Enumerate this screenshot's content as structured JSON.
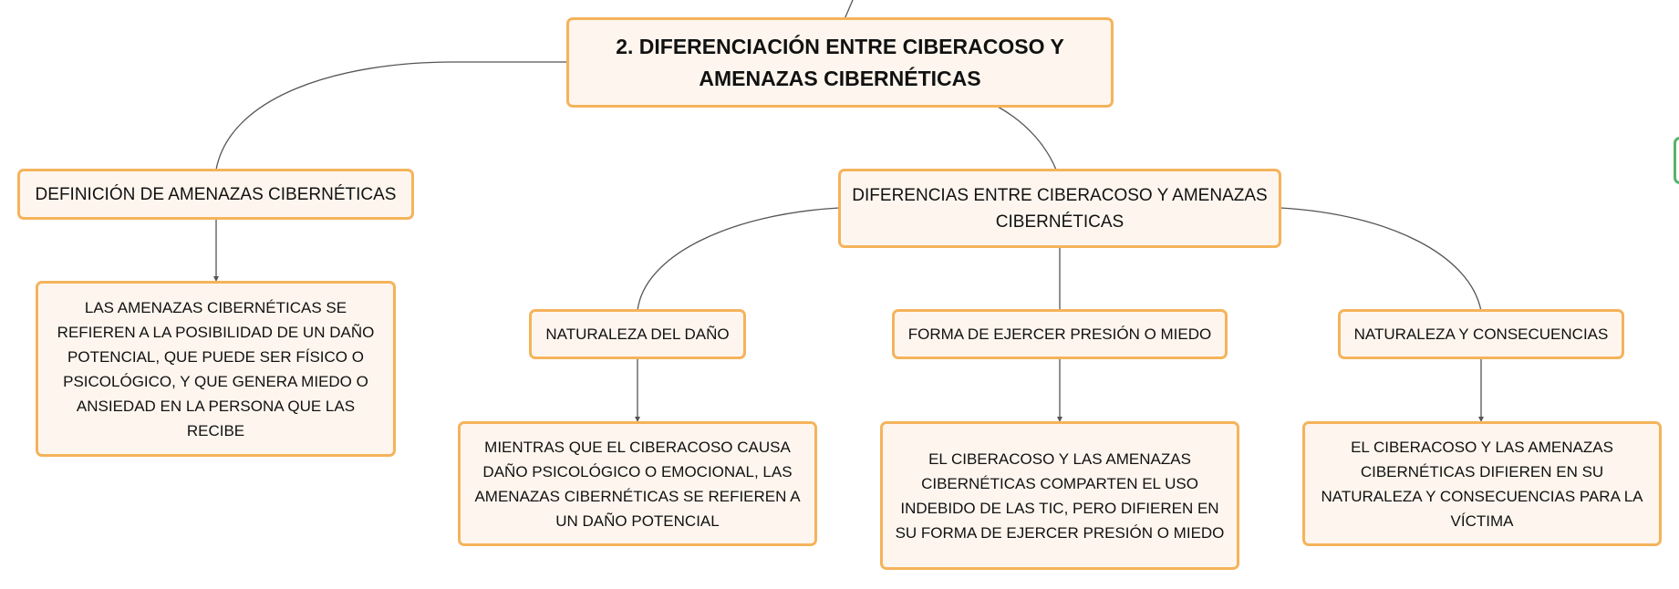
{
  "root": {
    "line1": "2. DIFERENCIACIÓN ENTRE CIBERACOSO Y",
    "line2": "AMENAZAS CIBERNÉTICAS"
  },
  "left_branch": {
    "title": "DEFINICIÓN DE AMENAZAS CIBERNÉTICAS",
    "detail": "LAS AMENAZAS CIBERNÉTICAS SE REFIEREN A LA POSIBILIDAD DE UN DAÑO POTENCIAL, QUE PUEDE SER FÍSICO O PSICOLÓGICO, Y QUE GENERA MIEDO O ANSIEDAD EN LA PERSONA QUE LAS RECIBE"
  },
  "right_branch": {
    "title": "DIFERENCIAS ENTRE CIBERACOSO Y AMENAZAS CIBERNÉTICAS",
    "children": [
      {
        "title": "NATURALEZA DEL DAÑO",
        "detail": "MIENTRAS QUE EL CIBERACOSO CAUSA DAÑO PSICOLÓGICO O EMOCIONAL, LAS AMENAZAS CIBERNÉTICAS SE REFIEREN A UN DAÑO POTENCIAL"
      },
      {
        "title": "FORMA DE EJERCER PRESIÓN O MIEDO",
        "detail": "EL CIBERACOSO Y LAS AMENAZAS CIBERNÉTICAS COMPARTEN EL USO INDEBIDO DE LAS TIC, PERO DIFIEREN EN SU FORMA DE EJERCER PRESIÓN O MIEDO"
      },
      {
        "title": "NATURALEZA Y CONSECUENCIAS",
        "detail": "EL CIBERACOSO Y LAS AMENAZAS CIBERNÉTICAS DIFIEREN EN SU NATURALEZA Y CONSECUENCIAS PARA LA VÍCTIMA"
      }
    ]
  },
  "colors": {
    "node_fill": "#fef6ee",
    "node_border": "#f5b35b",
    "connector": "#555555",
    "edge_tab": "#55b36b"
  }
}
